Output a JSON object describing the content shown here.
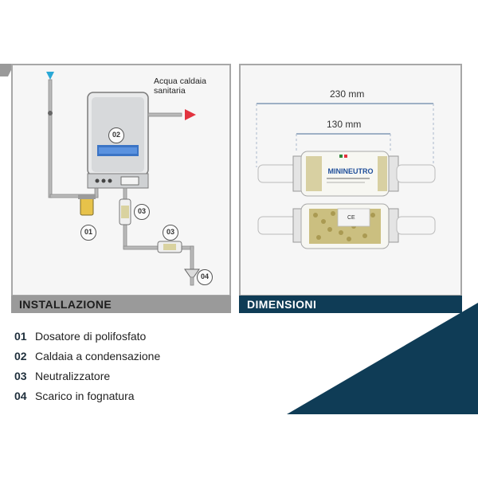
{
  "install_panel": {
    "title": "INSTALLAZIONE",
    "hot_water_label_line1": "Acqua caldaia",
    "hot_water_label_line2": "sanitaria",
    "badges": {
      "b01": "01",
      "b02": "02",
      "b03a": "03",
      "b03b": "03",
      "b04": "04"
    }
  },
  "dim_panel": {
    "title": "DIMENSIONI",
    "length_total": "230 mm",
    "length_body": "130 mm",
    "product_brand": "MININEUTRO"
  },
  "legend": [
    {
      "num": "01",
      "label": "Dosatore di polifosfato"
    },
    {
      "num": "02",
      "label": "Caldaia a condensazione"
    },
    {
      "num": "03",
      "label": "Neutralizzatore"
    },
    {
      "num": "04",
      "label": "Scarico in fognatura"
    }
  ],
  "colors": {
    "accent_teal": "#0f3c56",
    "hot_arrow": "#e2333f",
    "cold_arrow": "#2aa8d6"
  }
}
